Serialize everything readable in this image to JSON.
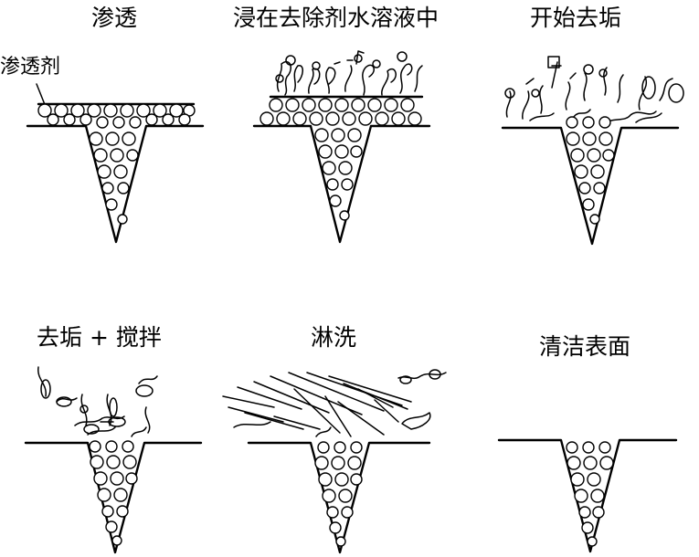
{
  "panels": [
    {
      "id": "penetrate",
      "title": "渗透",
      "callout": "渗透剂"
    },
    {
      "id": "immerse",
      "title": "浸在去除剂水溶液中"
    },
    {
      "id": "start-removal",
      "title": "开始去垢"
    },
    {
      "id": "removal-stir",
      "title": "去垢 + 搅拌"
    },
    {
      "id": "rinse",
      "title": "淋洗"
    },
    {
      "id": "clean-surface",
      "title": "清洁表面"
    }
  ]
}
